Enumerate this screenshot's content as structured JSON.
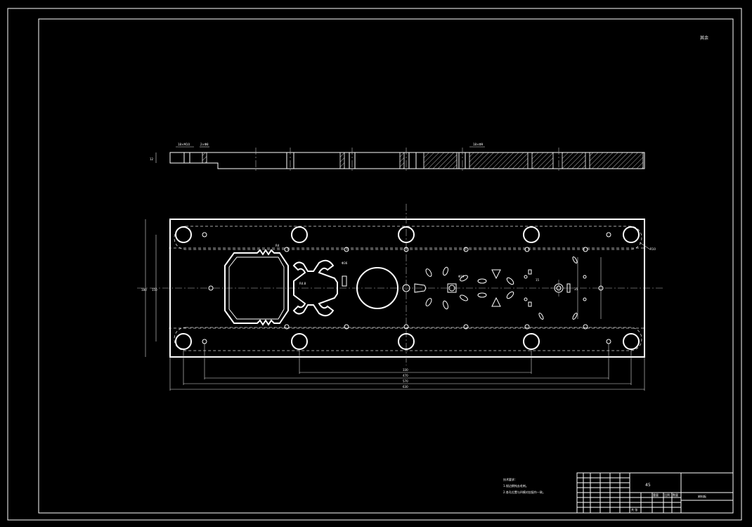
{
  "sheet": {
    "top_right_note": "其余",
    "material": "45",
    "part_name": "卸料板"
  },
  "tech_requirements": {
    "title": "技术要求：",
    "line1": "1.锐边倒钝去毛刺。",
    "line2": "2.各孔位置与凹模对应配作一致。"
  },
  "dims": {
    "width_outer": "630",
    "width_inner": "570",
    "span_470": "470",
    "span_330": "330",
    "height_outer": "180",
    "height_inner": "150",
    "radius_corner": "R10",
    "thickness": "12",
    "side_note1": "18×M10",
    "side_note2": "2×Φ8",
    "side_note3": "18×Φ9",
    "r_label": "R4",
    "d_label1": "Φ36",
    "d_label2": "R4.8",
    "d_label3": "Φ19",
    "dim_35": "35",
    "dim_15": "15"
  },
  "title_block": {
    "scale_label": "比例",
    "qty_label": "数量",
    "sheet_label": "共 张",
    "weight_label": "重量"
  },
  "colors": {
    "background": "#000000",
    "lines": "#ffffff"
  }
}
